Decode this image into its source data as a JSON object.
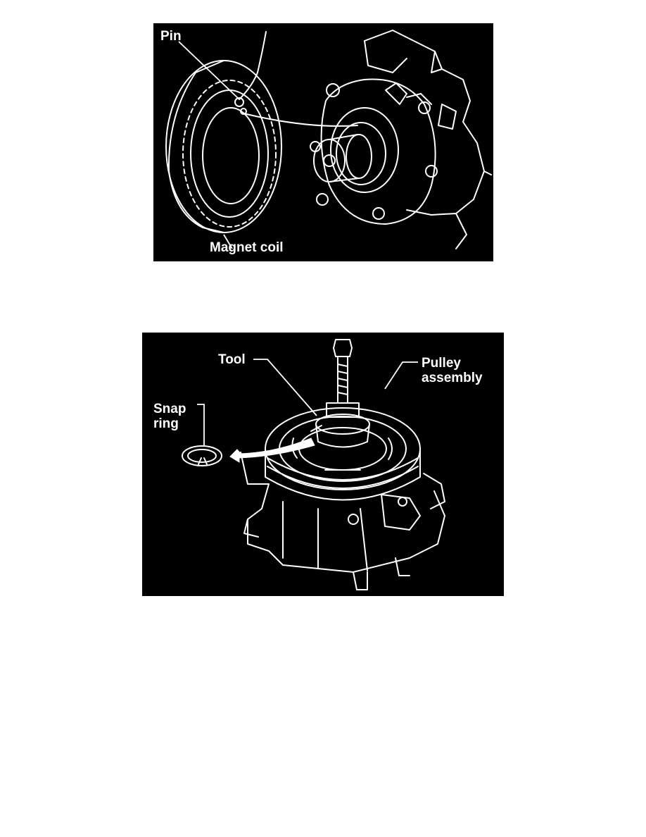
{
  "figures": [
    {
      "id": "magnet-coil-figure",
      "callouts": {
        "pin": "Pin",
        "magnet_coil": "Magnet coil"
      }
    },
    {
      "id": "pulley-removal-figure",
      "callouts": {
        "tool": "Tool",
        "pulley_line1": "Pulley",
        "pulley_line2": "assembly",
        "snap_line1": "Snap",
        "snap_line2": "ring"
      }
    }
  ],
  "colors": {
    "figure_background": "#000000",
    "line_art": "#ffffff",
    "page_background": "#ffffff"
  }
}
